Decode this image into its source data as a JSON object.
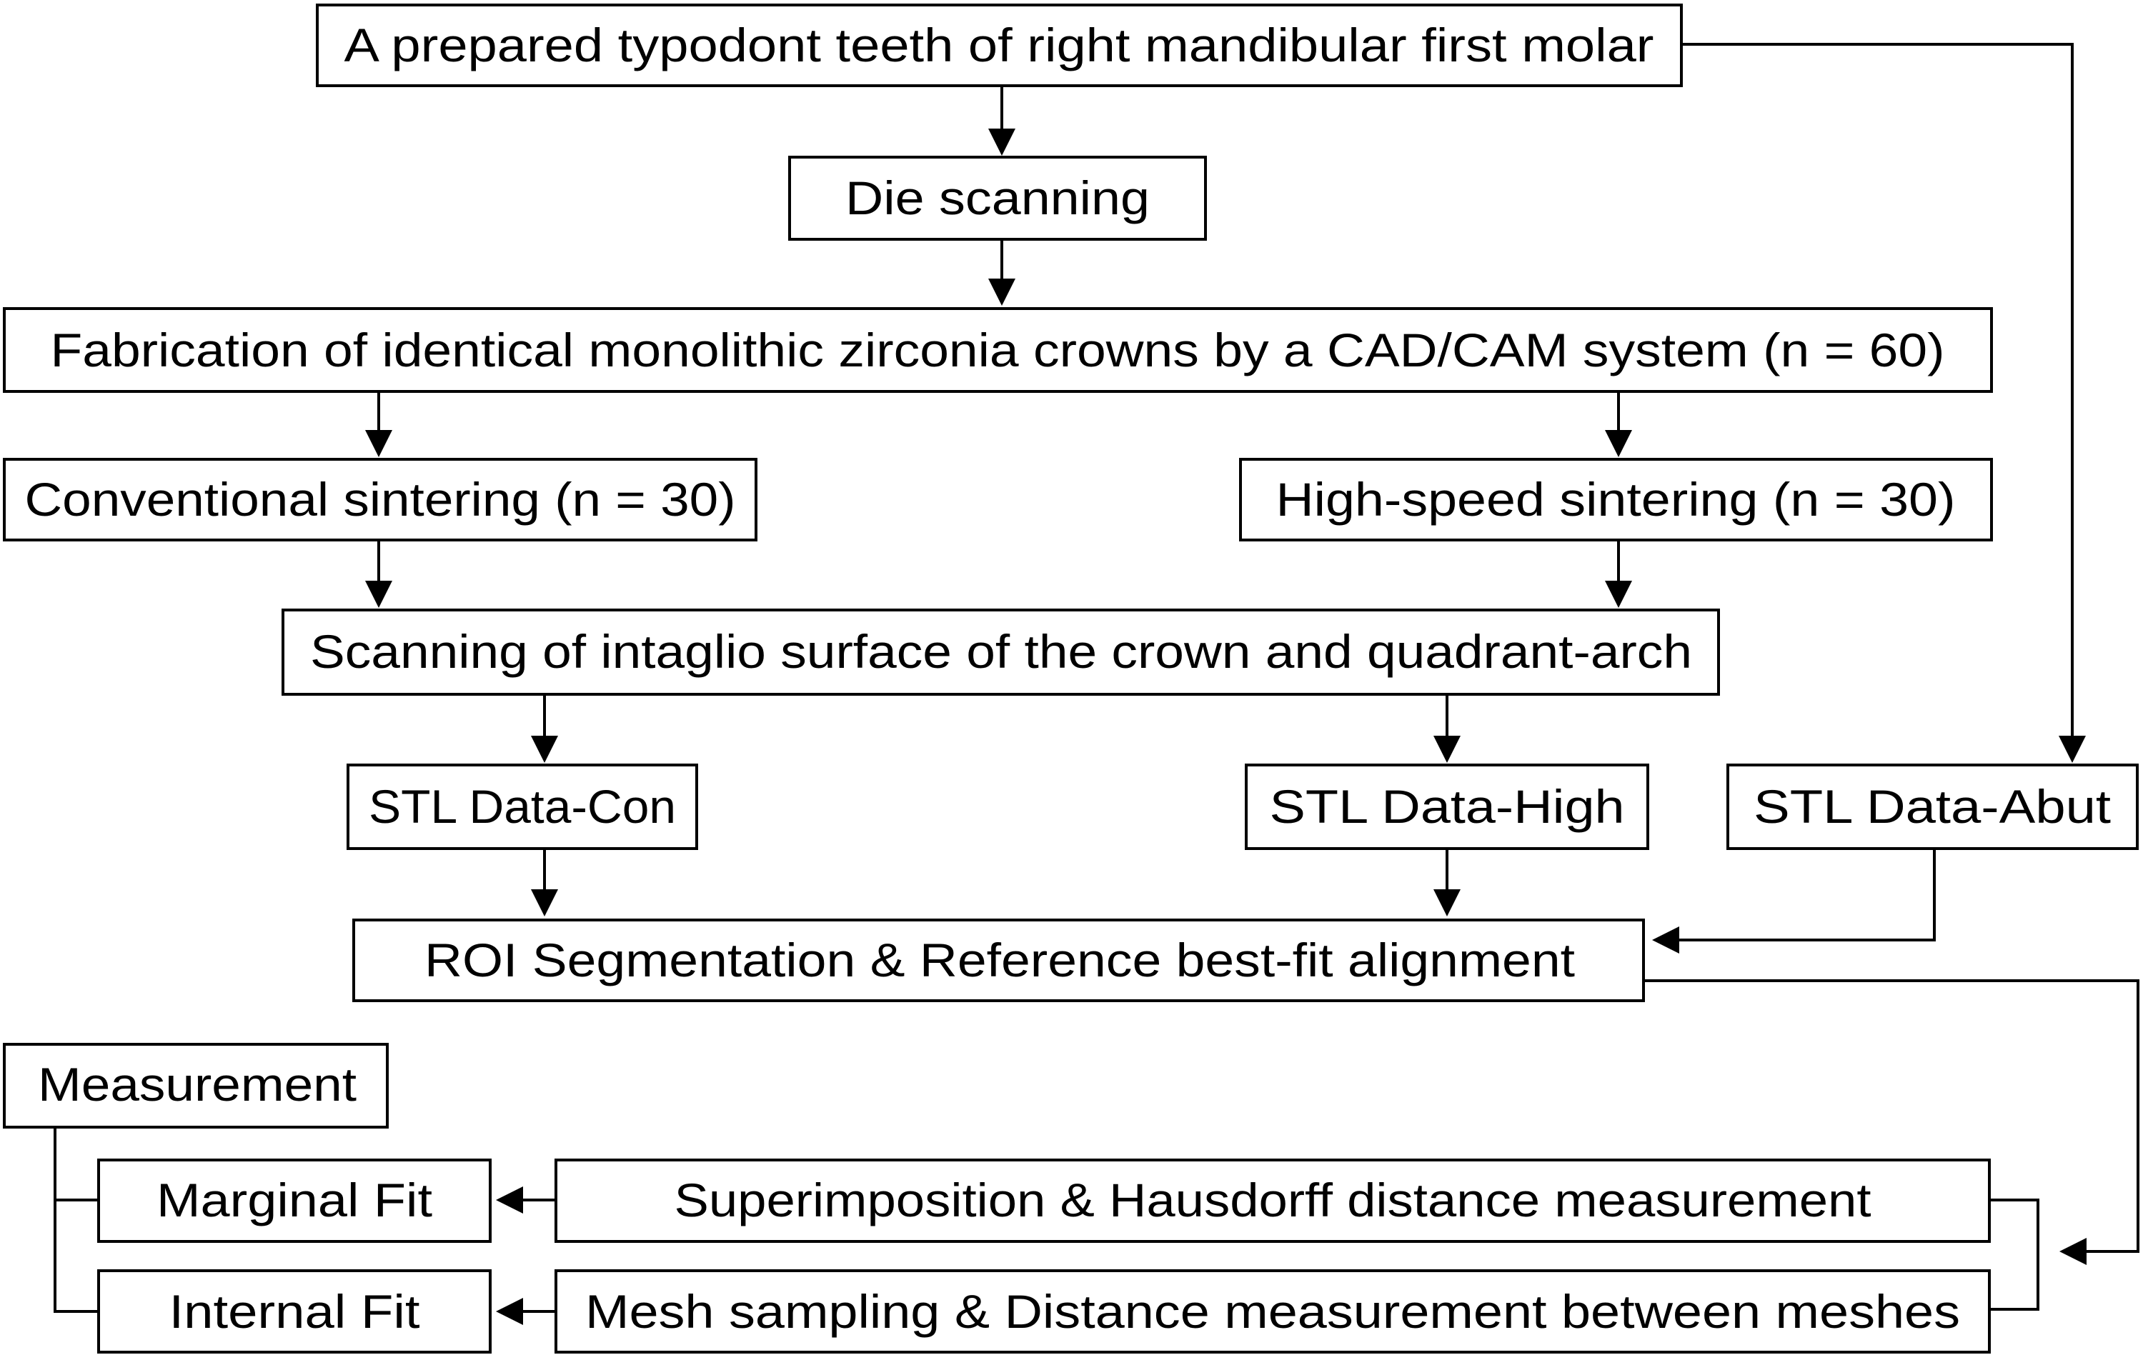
{
  "boxes": {
    "typodont": "A prepared typodont teeth of right mandibular first molar",
    "die_scanning": "Die scanning",
    "fabrication": "Fabrication of identical monolithic zirconia crowns by a CAD/CAM system (n = 60)",
    "conventional": "Conventional sintering (n = 30)",
    "high_speed": "High-speed sintering (n = 30)",
    "scanning_intaglio": "Scanning of intaglio surface of the crown and quadrant-arch",
    "stl_con": "STL Data-Con",
    "stl_high": "STL Data-High",
    "stl_abut": "STL Data-Abut",
    "roi": "ROI Segmentation & Reference best-fit alignment",
    "measurement": "Measurement",
    "marginal_fit": "Marginal Fit",
    "internal_fit": "Internal Fit",
    "superimposition": "Superimposition & Hausdorff distance measurement",
    "mesh_sampling": "Mesh sampling & Distance measurement between meshes"
  }
}
